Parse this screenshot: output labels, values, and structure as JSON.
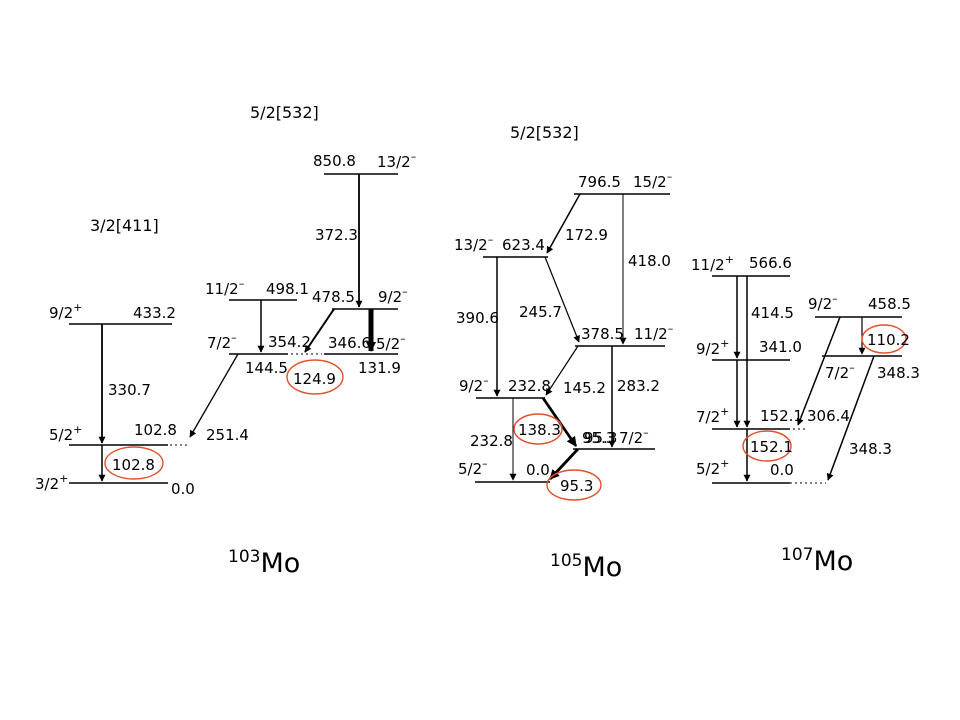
{
  "colors": {
    "line": "#000000",
    "highlight": "#e0502a",
    "background": "#ffffff"
  },
  "nuclei": [
    {
      "id": "mo103",
      "mass": "103",
      "element": "Mo",
      "bands": [
        "3/2[411]",
        "5/2[532]"
      ],
      "spins": [
        "9/2",
        "5/2",
        "3/2",
        "11/2",
        "7/2",
        "13/2",
        "9/2",
        "5/2"
      ],
      "parities": [
        "+",
        "+",
        "+",
        "–",
        "–",
        "–",
        "–",
        "–"
      ],
      "energies": [
        "433.2",
        "102.8",
        "0.0",
        "498.1",
        "144.5",
        "850.8",
        "478.5",
        "346.6"
      ],
      "transitions": [
        "330.7",
        "102.8",
        "251.4",
        "354.2",
        "372.3",
        "124.9",
        "131.9"
      ]
    },
    {
      "id": "mo105",
      "mass": "105",
      "element": "Mo",
      "bands": [
        "5/2[532]"
      ],
      "spins": [
        "15/2",
        "13/2",
        "11/2",
        "9/2",
        "7/2",
        "5/2"
      ],
      "parities": [
        "–",
        "–",
        "–",
        "–",
        "–",
        "–"
      ],
      "energies": [
        "796.5",
        "623.4",
        "378.5",
        "232.8",
        "95.3",
        "0.0"
      ],
      "transitions": [
        "172.9",
        "418.0",
        "245.7",
        "390.6",
        "145.2",
        "283.2",
        "232.8",
        "138.3",
        "95.3"
      ]
    },
    {
      "id": "mo107",
      "mass": "107",
      "element": "Mo",
      "spins": [
        "11/2",
        "9/2",
        "7/2",
        "5/2",
        "9/2",
        "7/2"
      ],
      "parities": [
        "+",
        "+",
        "+",
        "+",
        "–",
        "–"
      ],
      "energies": [
        "566.6",
        "341.0",
        "152.1",
        "0.0",
        "458.5",
        "348.3"
      ],
      "transitions": [
        "414.5",
        "110.2",
        "306.4",
        "152.1",
        "348.3"
      ]
    }
  ]
}
